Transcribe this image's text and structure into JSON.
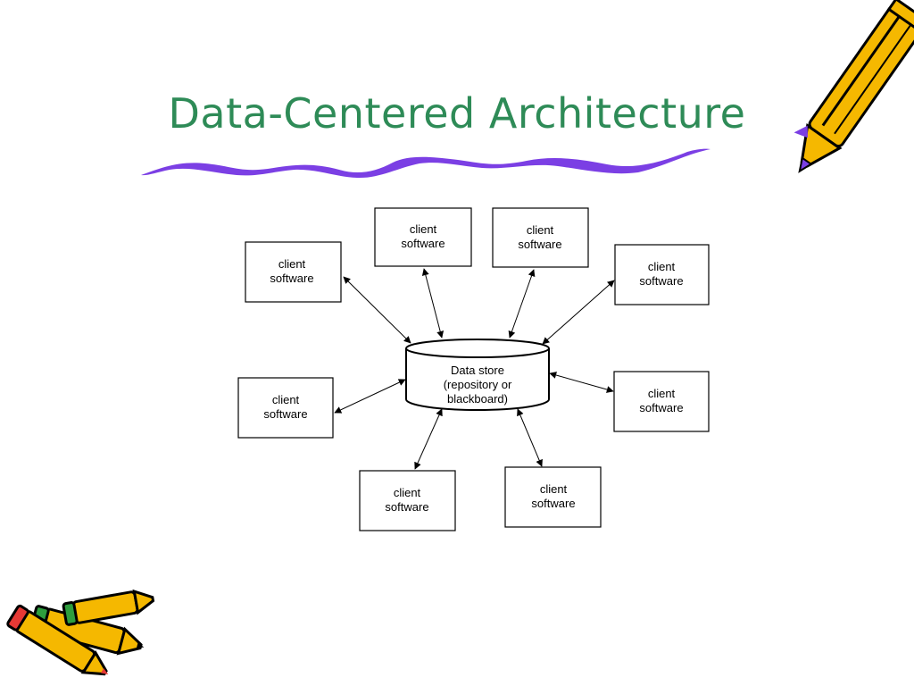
{
  "slide": {
    "title": "Data-Centered Architecture",
    "title_color": "#2E8B57",
    "underline_color": "#7B3FE4"
  },
  "diagram": {
    "data_store": {
      "lines": [
        "Data store",
        "(repository or",
        "blackboard)"
      ]
    },
    "clients": [
      {
        "id": "top-left",
        "lines": [
          "client",
          "software"
        ]
      },
      {
        "id": "top-center-left",
        "lines": [
          "client",
          "software"
        ]
      },
      {
        "id": "top-center-right",
        "lines": [
          "client",
          "software"
        ]
      },
      {
        "id": "top-right",
        "lines": [
          "client",
          "software"
        ]
      },
      {
        "id": "middle-left",
        "lines": [
          "client",
          "software"
        ]
      },
      {
        "id": "middle-right",
        "lines": [
          "client",
          "software"
        ]
      },
      {
        "id": "bottom-left",
        "lines": [
          "client",
          "software"
        ]
      },
      {
        "id": "bottom-right",
        "lines": [
          "client",
          "software"
        ]
      }
    ]
  },
  "decorations": {
    "pencil_top_right": "pencil-icon",
    "pencils_bottom_left": "pencils-icon",
    "pencil_body_color": "#F5B800",
    "pencil_outline_color": "#000000",
    "pencil_eraser_color": "#E53935",
    "pencil_cap_color": "#2E9E3E",
    "pencil_tip_color": "#7B3FE4"
  }
}
